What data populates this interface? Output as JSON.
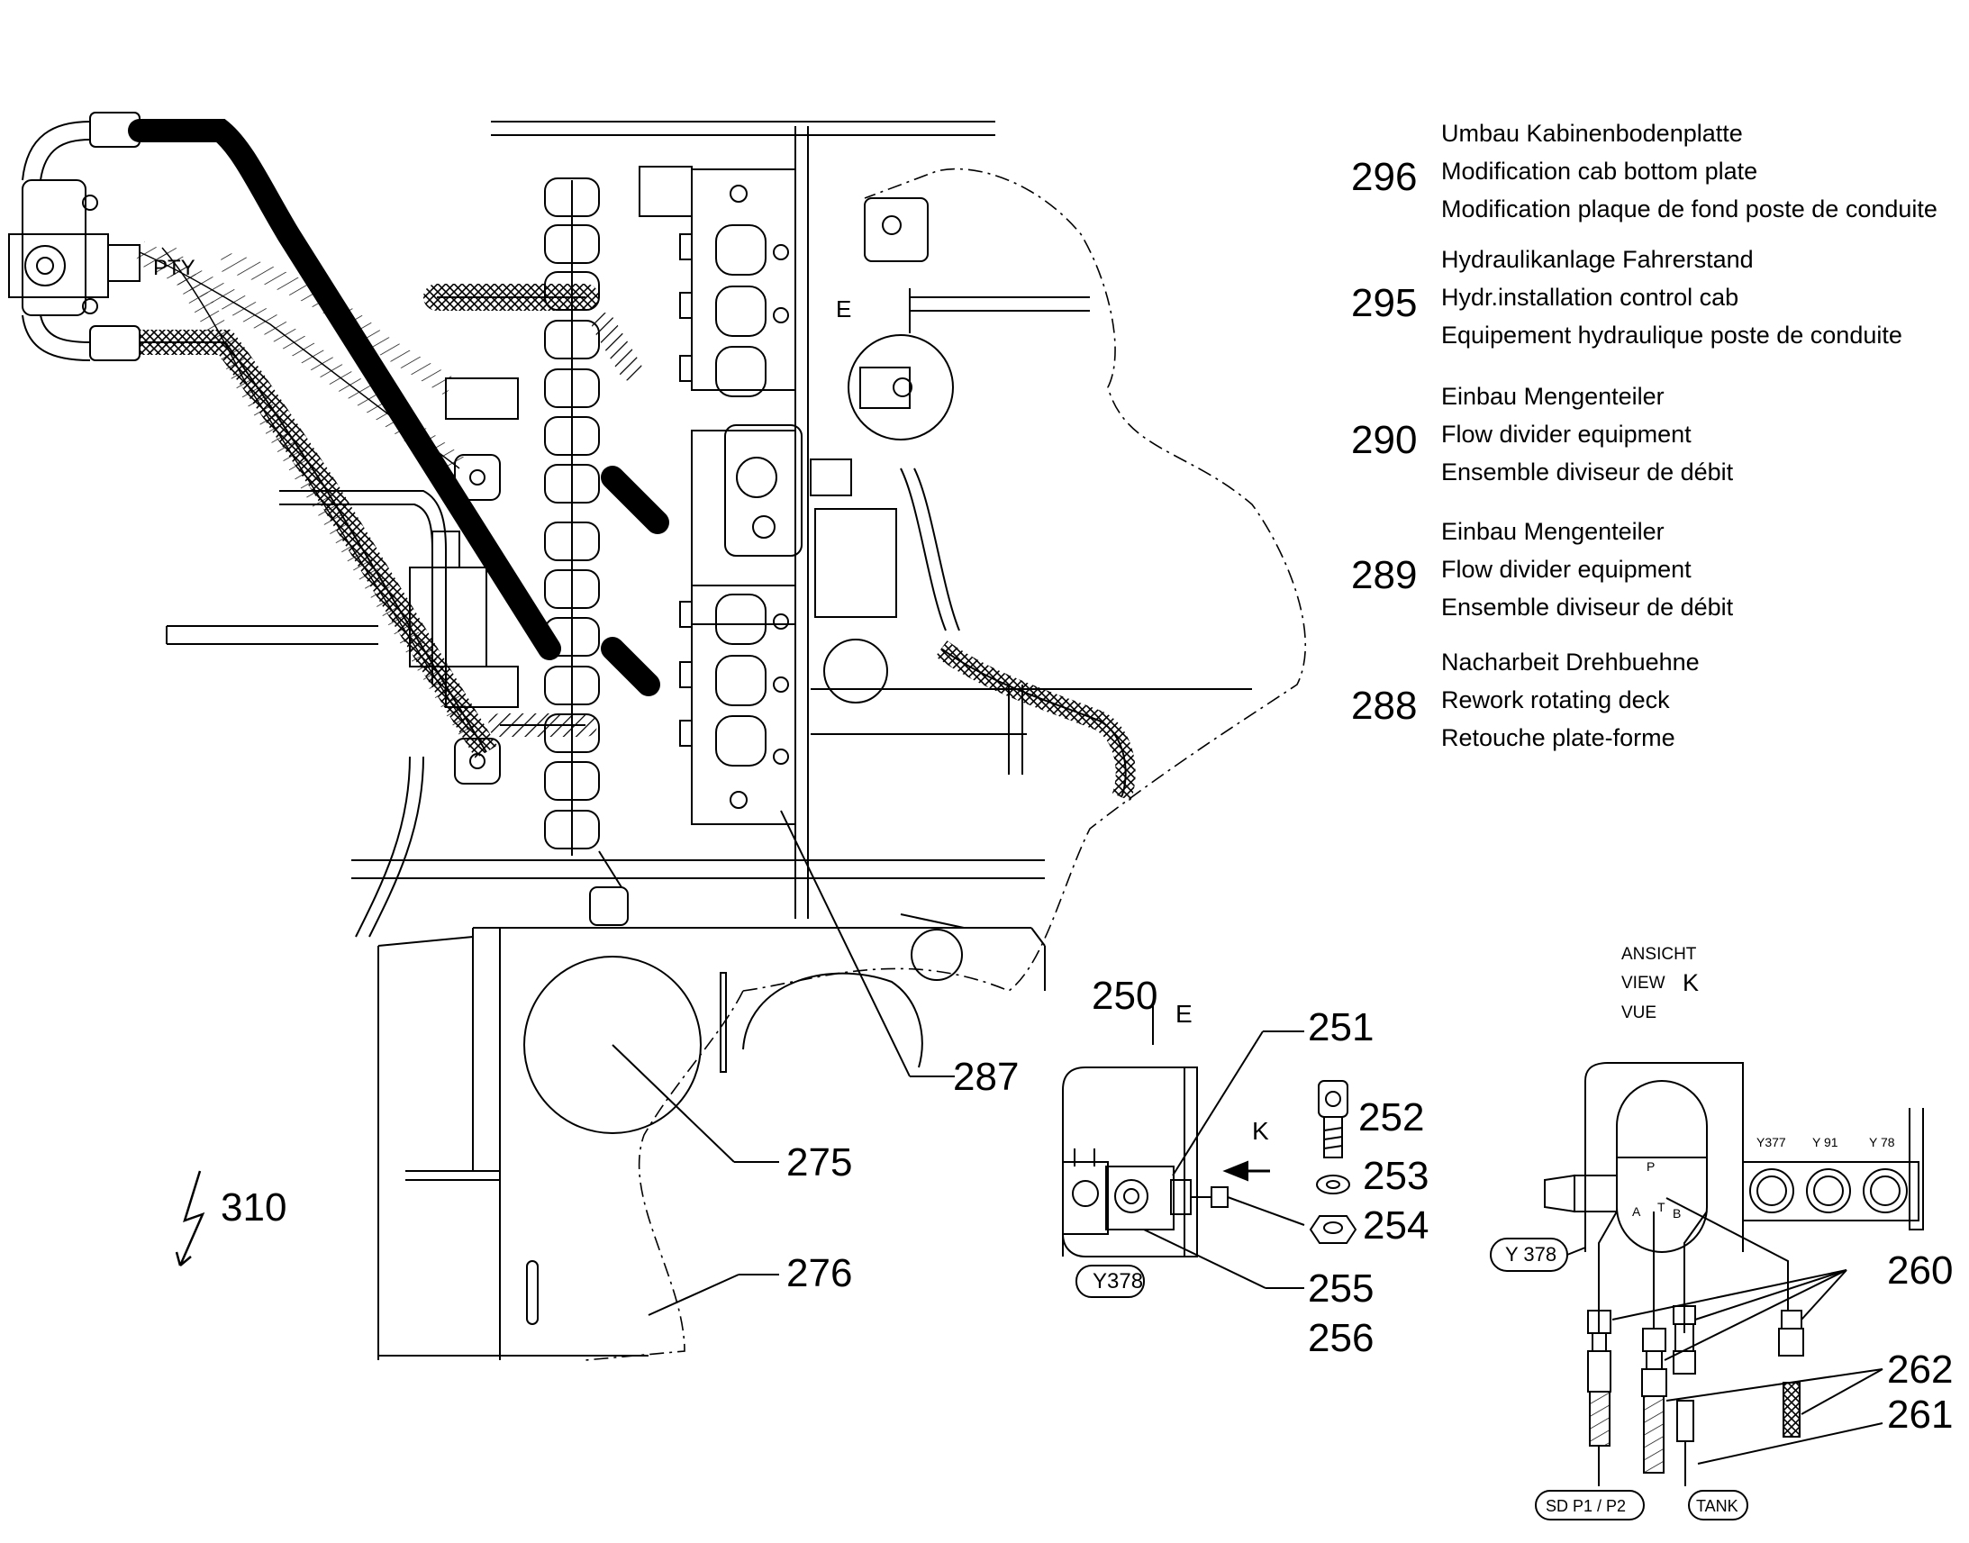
{
  "legend": [
    {
      "number": "296",
      "lines": [
        "Umbau Kabinenbodenplatte",
        "Modification cab bottom plate",
        "Modification plaque de fond poste de conduite"
      ]
    },
    {
      "number": "295",
      "lines": [
        "Hydraulikanlage Fahrerstand",
        "Hydr.installation control cab",
        "Equipement hydraulique poste de conduite"
      ]
    },
    {
      "number": "290",
      "lines": [
        "Einbau Mengenteiler",
        "Flow divider equipment",
        "Ensemble diviseur de débit"
      ]
    },
    {
      "number": "289",
      "lines": [
        "Einbau Mengenteiler",
        "Flow divider equipment",
        "Ensemble diviseur de débit"
      ]
    },
    {
      "number": "288",
      "lines": [
        "Nacharbeit Drehbuehne",
        "Rework rotating deck",
        "Retouche plate-forme"
      ]
    }
  ],
  "callouts": {
    "c250": "250",
    "c251": "251",
    "c252": "252",
    "c253": "253",
    "c254": "254",
    "c255": "255",
    "c256": "256",
    "c260": "260",
    "c261": "261",
    "c262": "262",
    "c275": "275",
    "c276": "276",
    "c287": "287",
    "c310": "310"
  },
  "detail_e": {
    "letter": "E",
    "label": "E",
    "arrow_label": "K",
    "valve_tag": "Y378"
  },
  "view_k": {
    "title_de": "ANSICHT",
    "title_en": "VIEW",
    "title_fr": "VUE",
    "view_letter": "K",
    "valve_tag": "Y 378",
    "port_p": "P",
    "port_a": "A",
    "port_t": "T",
    "port_b": "B",
    "coil_1": "Y377",
    "coil_2": "Y 91",
    "coil_3": "Y 78",
    "line_sd": "SD P1 / P2",
    "line_tank": "TANK"
  },
  "main_labels": {
    "pty": "PTY"
  }
}
